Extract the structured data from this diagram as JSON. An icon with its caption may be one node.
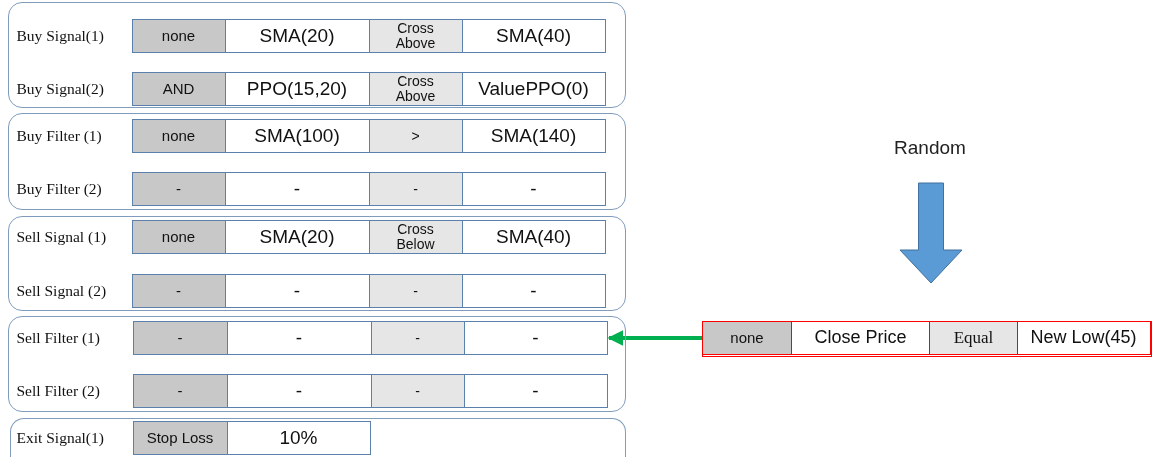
{
  "diagram": {
    "nodes": [
      {
        "text": [
          "Buy Signal(1)",
          "Buy Signal(2)"
        ]
      },
      {
        "text": [
          "none"
        ],
        "in": 0
      },
      {
        "text": [
          "SMA(20)"
        ],
        "in": 0
      },
      {
        "text": [
          "Cross Above"
        ],
        "in": 0
      },
      {
        "text": [
          "SMA(40)"
        ],
        "in": 0
      },
      {
        "text": [
          "AND"
        ],
        "in": 0
      },
      {
        "text": [
          "PPO(15,20)"
        ],
        "in": 0
      },
      {
        "text": [
          "Cross Above"
        ],
        "in": 0
      },
      {
        "text": [
          "ValuePPO(0)"
        ],
        "in": 0
      },
      {
        "text": [
          "Buy Filter (1)",
          "Buy Filter (2)"
        ]
      },
      {
        "text": [
          "none"
        ],
        "in": 9
      },
      {
        "text": [
          "SMA(100)"
        ],
        "in": 9
      },
      {
        "text": [
          ">"
        ],
        "in": 9
      },
      {
        "text": [
          "SMA(140)"
        ],
        "in": 9
      },
      {
        "text": [
          "-"
        ],
        "in": 9
      },
      {
        "text": [
          "-"
        ],
        "in": 9
      },
      {
        "text": [
          "-"
        ],
        "in": 9
      },
      {
        "text": [
          "-"
        ],
        "in": 9
      },
      {
        "text": [
          "Sell Signal (1)",
          "Sell Signal (2)"
        ]
      },
      {
        "text": [
          "none"
        ],
        "in": 18
      },
      {
        "text": [
          "SMA(20)"
        ],
        "in": 18
      },
      {
        "text": [
          "Cross Below"
        ],
        "in": 18
      },
      {
        "text": [
          "SMA(40)"
        ],
        "in": 18
      },
      {
        "text": [
          "-"
        ],
        "in": 18
      },
      {
        "text": [
          "-"
        ],
        "in": 18
      },
      {
        "text": [
          "-"
        ],
        "in": 18
      },
      {
        "text": [
          "-"
        ],
        "in": 18
      },
      {
        "text": [
          "Sell Filter (1)",
          "Sell Filter (2)"
        ]
      },
      {
        "text": [
          "-"
        ],
        "in": 27
      },
      {
        "text": [
          "-"
        ],
        "in": 27
      },
      {
        "text": [
          "-"
        ],
        "in": 27
      },
      {
        "text": [
          "-"
        ],
        "in": 27
      },
      {
        "text": [
          "-"
        ],
        "in": 27
      },
      {
        "text": [
          "-"
        ],
        "in": 27
      },
      {
        "text": [
          "-"
        ],
        "in": 27
      },
      {
        "text": [
          "-"
        ],
        "in": 27
      },
      {
        "text": [
          "Exit Signal(1)"
        ]
      },
      {
        "text": [
          "Stop Loss"
        ],
        "in": 36
      },
      {
        "text": [
          "10%"
        ],
        "in": 36
      },
      {
        "text": [
          "Random"
        ]
      },
      {
        "text": [],
        "shape": "box"
      },
      {
        "text": [
          "none"
        ],
        "in": 40
      },
      {
        "text": [
          "Close Price"
        ],
        "in": 40
      },
      {
        "text": [
          "Equal"
        ],
        "in": 40
      },
      {
        "text": [
          "New Low(45)"
        ],
        "in": 40
      }
    ],
    "edges": [
      {
        "from": 39,
        "to": 40,
        "arrow": "to",
        "style": "thick",
        "color": "#5b9bd5"
      },
      {
        "from": 40,
        "to": 31,
        "arrow": "to",
        "color": "#00b050"
      }
    ]
  }
}
